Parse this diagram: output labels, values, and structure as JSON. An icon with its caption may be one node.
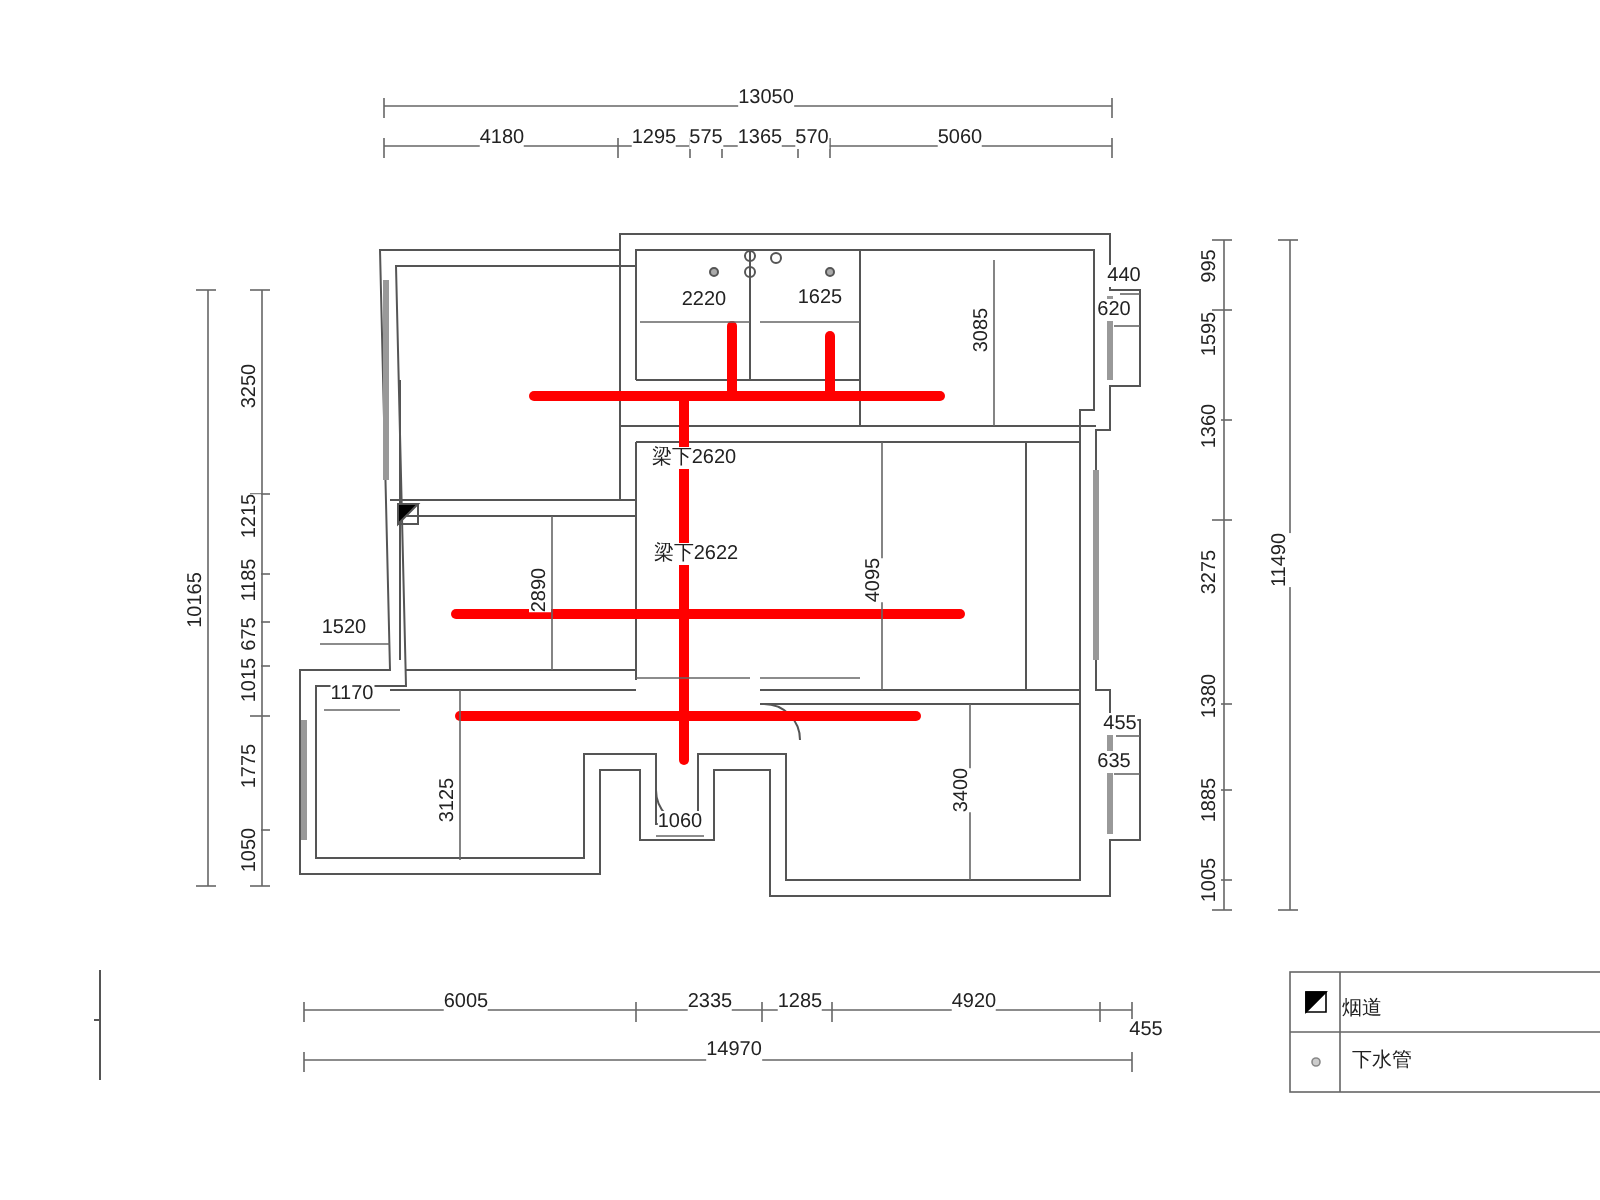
{
  "diagram": {
    "labels": [
      "13050",
      "4180",
      "1295",
      "575",
      "1365",
      "570",
      "5060",
      "2220",
      "1625",
      "3085",
      "620",
      "440",
      "995",
      "1595",
      "3250",
      "梁下2620",
      "1360",
      "10165",
      "1215",
      "1185",
      "2890",
      "梁下2622",
      "4095",
      "3275",
      "11490",
      "675",
      "1015",
      "1520",
      "1170",
      "1380",
      "1775",
      "635",
      "455",
      "1050",
      "3125",
      "1060",
      "3400",
      "1885",
      "1005",
      "6005",
      "2335",
      "1285",
      "4920",
      "455",
      "14970"
    ],
    "legend": [
      {
        "text": "烟道"
      },
      {
        "text": "下水管"
      }
    ]
  }
}
